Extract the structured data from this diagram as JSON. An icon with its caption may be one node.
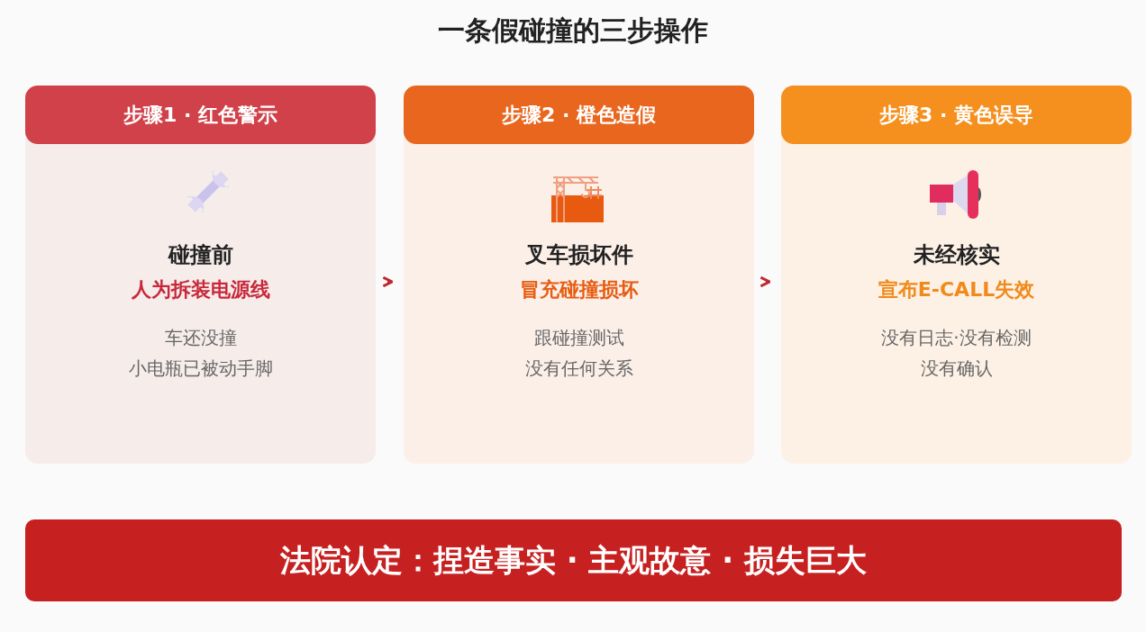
{
  "diagram": {
    "title": "一条假碰撞的三步操作",
    "nodes": [
      {
        "text": [
          "步骤1 · 红色警示",
          "碰撞前",
          "人为拆装电源线",
          "车还没撞",
          "小电瓶已被动手脚"
        ]
      },
      {
        "text": [
          "步骤2 · 橙色造假",
          "叉车损坏件",
          "冒充碰撞损坏",
          "跟碰撞测试",
          "没有任何关系"
        ]
      },
      {
        "text": [
          "步骤3 · 黄色误导",
          "未经核实",
          "宣布E-CALL失效",
          "没有日志·没有检测",
          "没有确认"
        ]
      },
      {
        "text": [
          "法院认定：捏造事实 · 主观故意 · 损失巨大"
        ]
      }
    ],
    "edges": [
      {
        "from": 0,
        "to": 1,
        "arrow": "to"
      },
      {
        "from": 1,
        "to": 2,
        "arrow": "to"
      }
    ]
  }
}
